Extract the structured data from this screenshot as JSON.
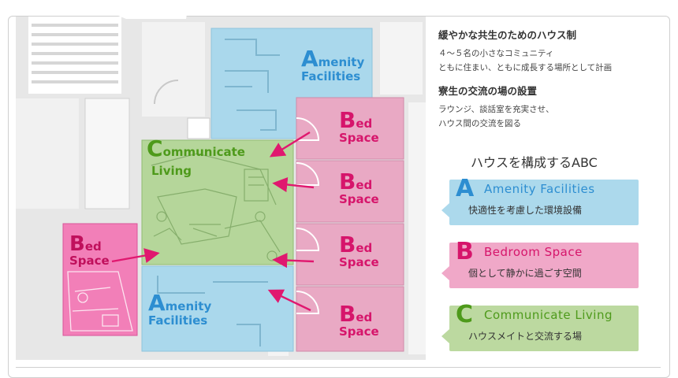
{
  "floor_plan": {
    "zones": {
      "amenity_top": {
        "first": "A",
        "rest1": "menity",
        "line2": "Facilities"
      },
      "communicate": {
        "first": "C",
        "rest1": "ommunicate",
        "line2": "Living"
      },
      "bed_left": {
        "first": "B",
        "rest1": "ed",
        "line2": "Space"
      },
      "bed_1": {
        "first": "B",
        "rest1": "ed",
        "line2": "Space"
      },
      "bed_2": {
        "first": "B",
        "rest1": "ed",
        "line2": "Space"
      },
      "bed_3": {
        "first": "B",
        "rest1": "ed",
        "line2": "Space"
      },
      "bed_4": {
        "first": "B",
        "rest1": "ed",
        "line2": "Space"
      },
      "amenity_bottom": {
        "first": "A",
        "rest1": "menity",
        "line2": "Facilities"
      }
    },
    "colors": {
      "amenity": "#aad8ec",
      "bed": "#e9a9c4",
      "bed_left": "#f27fb8",
      "communicate": "#b5d69a",
      "arrow": "#e0186f",
      "amenity_text": "#2d8ed1",
      "bed_text": "#d6156b",
      "communicate_text": "#4e9a1b"
    }
  },
  "panel": {
    "section1": {
      "heading": "緩やかな共生のためのハウス制",
      "line1": "４～５名の小さなコミュニティ",
      "line2": "ともに住まい、ともに成長する場所として計画"
    },
    "section2": {
      "heading": "寮生の交流の場の設置",
      "line1": "ラウンジ、談話室を充実させ、",
      "line2": "ハウス間の交流を図る"
    },
    "abc_title": "ハウスを構成するABC",
    "cards": {
      "a": {
        "letter": "A",
        "name": "Amenity Facilities",
        "desc": "快適性を考慮した環境設備"
      },
      "b": {
        "letter": "B",
        "name": "Bedroom Space",
        "desc": "個として静かに過ごす空間"
      },
      "c": {
        "letter": "C",
        "name": "Communicate Living",
        "desc": "ハウスメイトと交流する場"
      }
    }
  }
}
